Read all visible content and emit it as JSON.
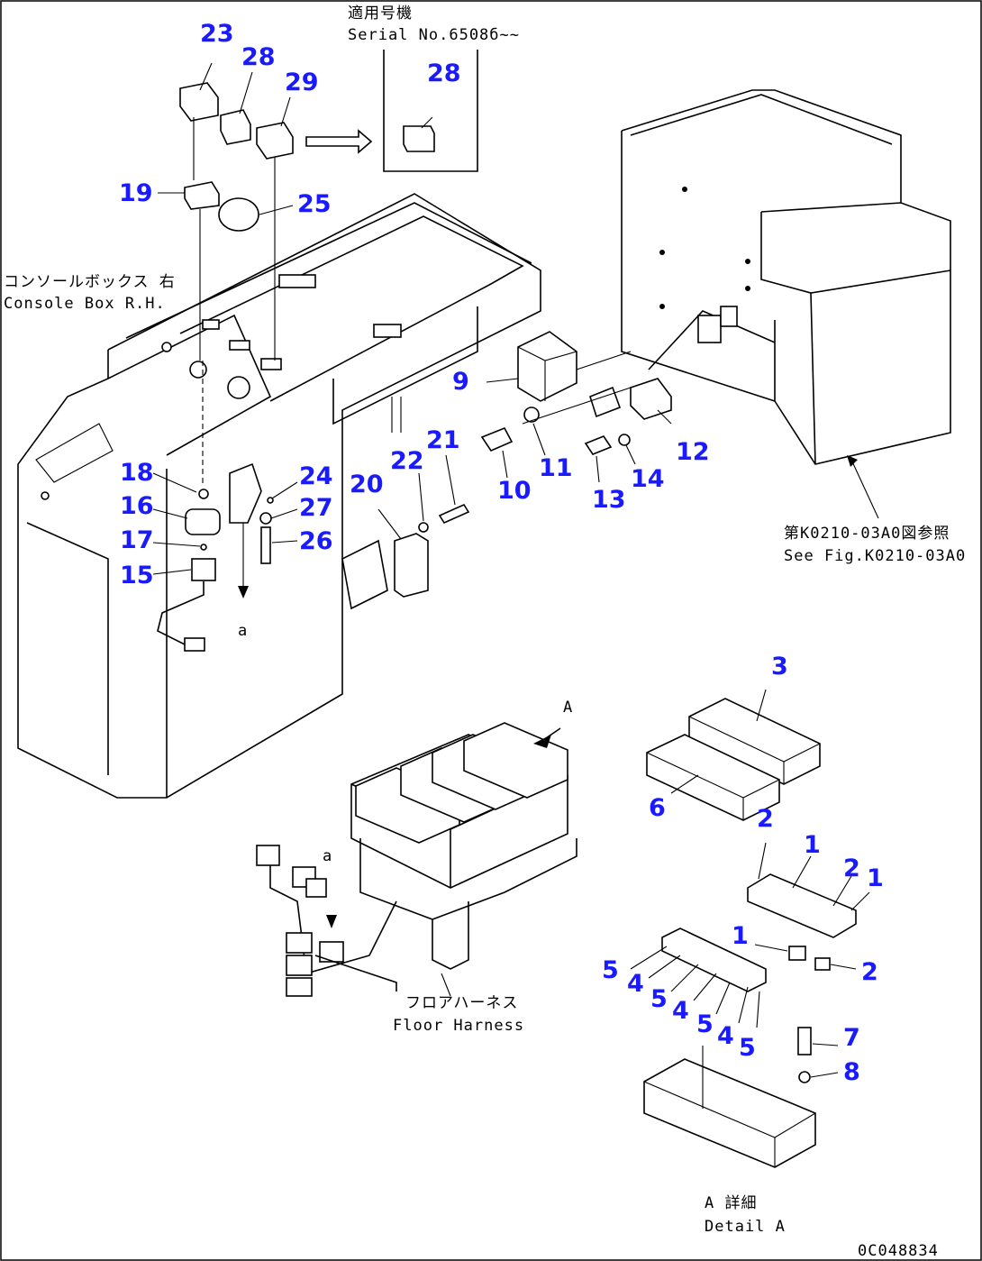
{
  "serial_note": {
    "line1": "適用号機",
    "line2": "Serial No.6508б~~"
  },
  "console_note": {
    "line1": "コンソールボックス 右",
    "line2": "Console Box R.H."
  },
  "see_fig_note": {
    "line1": "第K0210-03A0図参照",
    "line2": "See Fig.K0210-03A0"
  },
  "harness_note": {
    "line1": "フロアハーネス",
    "line2": "Floor Harness"
  },
  "detail_note": {
    "line1": "A 詳細",
    "line2": "Detail A"
  },
  "view_letter_A": "A",
  "view_letter_a1": "a",
  "view_letter_a2": "a",
  "drawing_code": "0C048834",
  "callouts": {
    "c23": "23",
    "c28": "28",
    "c29": "29",
    "c28b": "28",
    "c19": "19",
    "c25": "25",
    "c9": "9",
    "c10": "10",
    "c11": "11",
    "c12": "12",
    "c13": "13",
    "c14": "14",
    "c18": "18",
    "c16": "16",
    "c17": "17",
    "c15": "15",
    "c24": "24",
    "c27": "27",
    "c26": "26",
    "c20": "20",
    "c22": "22",
    "c21": "21",
    "c3": "3",
    "c6": "6",
    "c2a": "2",
    "c1a": "1",
    "c2b": "2",
    "c1b": "1",
    "c1c": "1",
    "c2c": "2",
    "c5a": "5",
    "c4a": "4",
    "c5b": "5",
    "c4b": "4",
    "c5c": "5",
    "c4c": "4",
    "c5d": "5",
    "c7": "7",
    "c8": "8"
  }
}
